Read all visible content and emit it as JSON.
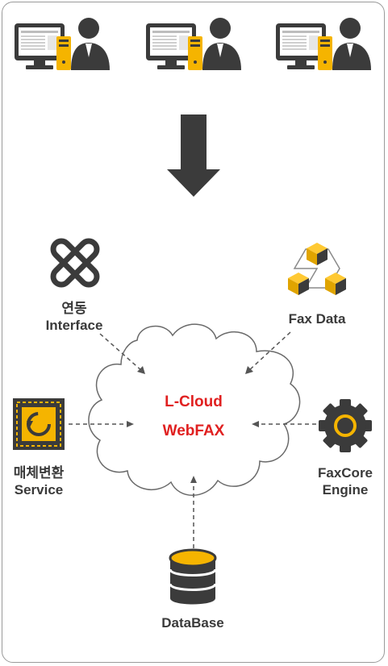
{
  "nodes": {
    "interface": {
      "line1": "연동",
      "line2": "Interface"
    },
    "fax_data": {
      "label": "Fax Data"
    },
    "media_service": {
      "line1": "매체변환",
      "line2": "Service"
    },
    "faxcore": {
      "line1": "FaxCore",
      "line2": "Engine"
    },
    "database": {
      "label": "DataBase"
    }
  },
  "cloud": {
    "line1": "L-Cloud",
    "line2": "WebFAX"
  },
  "colors": {
    "dark": "#3b3b3b",
    "accent": "#f5b400",
    "text": "#3a3a3a",
    "cloud_text": "#e02020",
    "border": "#9a9a9a"
  },
  "icons": [
    "user-workstation-icon",
    "down-arrow-icon",
    "interface-icon",
    "cubes-icon",
    "media-convert-icon",
    "gear-icon",
    "database-icon",
    "cloud-icon"
  ]
}
